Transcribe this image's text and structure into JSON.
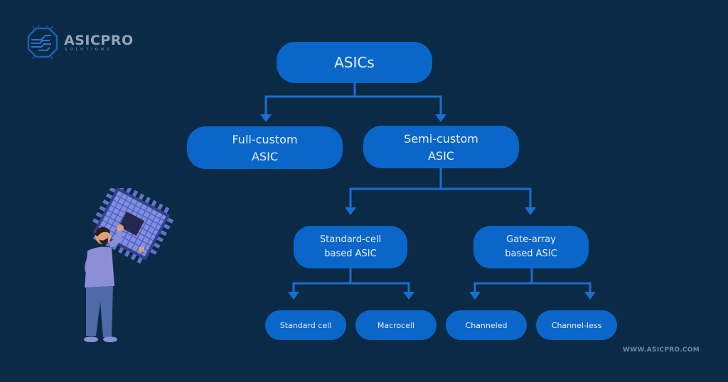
{
  "brand": {
    "name": "ASICPRO",
    "tagline": "SOLUTIONS",
    "website": "WWW.ASICPRO.COM",
    "colors": {
      "background": "#0b2a45",
      "node_fill": "#0a66c8",
      "connector": "#1a6fd1",
      "node_text": "#e9f1fb"
    }
  },
  "diagram": {
    "root": {
      "label": "ASICs"
    },
    "level1": [
      {
        "label_line1": "Full-custom",
        "label_line2": "ASIC"
      },
      {
        "label_line1": "Semi-custom",
        "label_line2": "ASIC"
      }
    ],
    "level2": [
      {
        "label_line1": "Standard-cell",
        "label_line2": "based ASIC"
      },
      {
        "label_line1": "Gate-array",
        "label_line2": "based ASIC"
      }
    ],
    "level3": [
      {
        "label": "Standard cell"
      },
      {
        "label": "Macrocell"
      },
      {
        "label": "Channeled"
      },
      {
        "label": "Channel-less"
      }
    ],
    "edges": [
      [
        "ASICs",
        "Full-custom ASIC"
      ],
      [
        "ASICs",
        "Semi-custom ASIC"
      ],
      [
        "Semi-custom ASIC",
        "Standard-cell based ASIC"
      ],
      [
        "Semi-custom ASIC",
        "Gate-array based ASIC"
      ],
      [
        "Standard-cell based ASIC",
        "Standard cell"
      ],
      [
        "Standard-cell based ASIC",
        "Macrocell"
      ],
      [
        "Gate-array based ASIC",
        "Channeled"
      ],
      [
        "Gate-array based ASIC",
        "Channel-less"
      ]
    ]
  },
  "illustration": {
    "icon": "person-carrying-chip-icon"
  }
}
